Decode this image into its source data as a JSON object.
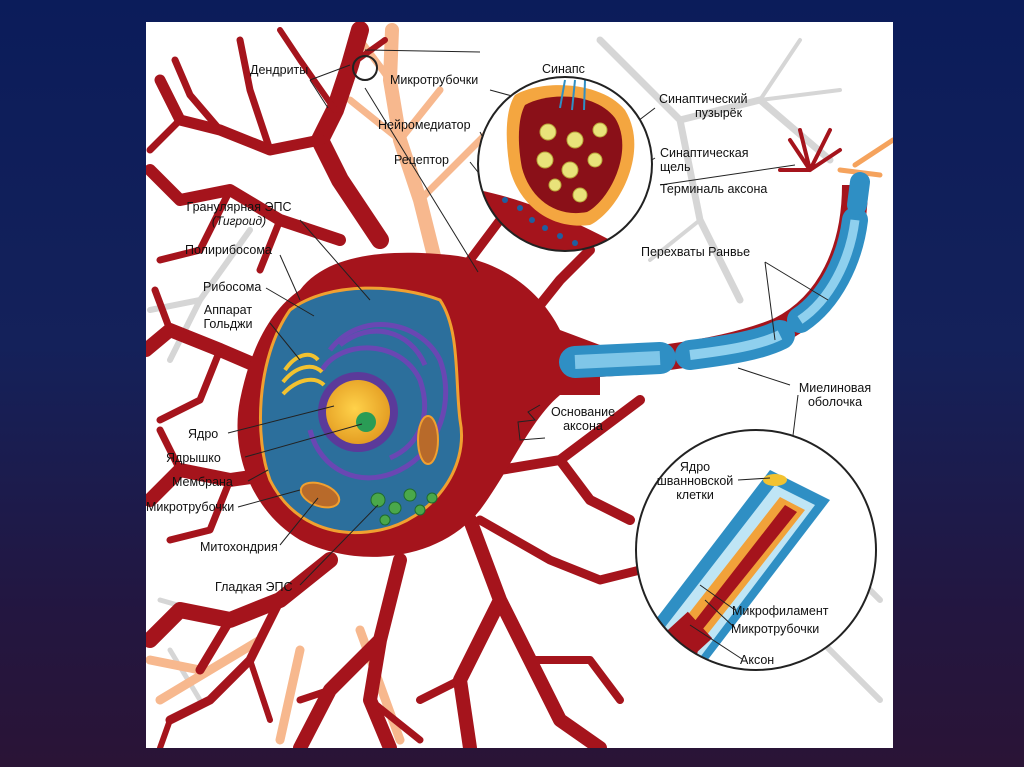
{
  "labels": {
    "dendrites": "Дендриты",
    "microtubules_top": "Микротрубочки",
    "synapse": "Синапс",
    "neurotransmitter": "Нейромедиатор",
    "receptor": "Рецептор",
    "synaptic_vesicle_1": "Синаптический",
    "synaptic_vesicle_2": "пузырёк",
    "synaptic_cleft_1": "Синаптическая",
    "synaptic_cleft_2": "щель",
    "axon_terminal": "Терминаль аксона",
    "rough_er": "Гранулярная ЭПС",
    "rough_er_sub": "(Тигроид)",
    "polyribosome": "Полирибосома",
    "ribosome": "Рибосома",
    "golgi_1": "Аппарат",
    "golgi_2": "Гольджи",
    "ranvier": "Перехваты Ранвье",
    "myelin_1": "Миелиновая",
    "myelin_2": "оболочка",
    "axon_hillock_1": "Основание",
    "axon_hillock_2": "аксона",
    "nucleus": "Ядро",
    "nucleolus": "Ядрышко",
    "membrane": "Мембрана",
    "microtubules_left": "Микротрубочки",
    "schwann_1": "Ядро",
    "schwann_2": "шванновской",
    "schwann_3": "клетки",
    "mitochondria": "Митохондрия",
    "smooth_er": "Гладкая ЭПС",
    "microfilament": "Микрофиламент",
    "microtubules_axon": "Микротрубочки",
    "axon": "Аксон"
  },
  "colors": {
    "neuron_red": "#a5141c",
    "myelin_blue": "#2f8fc4",
    "synapse_orange": "#f4a640",
    "nucleus_yellow": "#f2b531",
    "cytoplasm_blue": "#2c6f9c",
    "er_purple": "#5b3a9a"
  }
}
